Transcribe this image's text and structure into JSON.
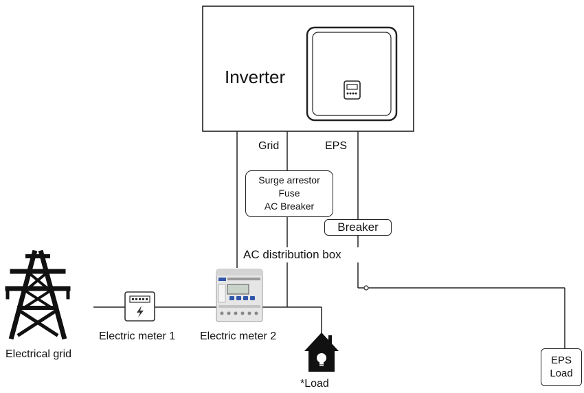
{
  "inverter": {
    "title": "Inverter"
  },
  "ports": {
    "grid": "Grid",
    "eps": "EPS"
  },
  "protection": {
    "line1": "Surge arrestor",
    "line2": "Fuse",
    "line3": "AC Breaker"
  },
  "breaker": {
    "label": "Breaker"
  },
  "ac_distribution": {
    "label": "AC distribution box"
  },
  "electrical_grid": {
    "label": "Electrical grid"
  },
  "meter1": {
    "label": "Electric meter 1"
  },
  "meter2": {
    "label": "Electric meter 2"
  },
  "load": {
    "label": "*Load"
  },
  "eps_load": {
    "line1": "EPS",
    "line2": "Load"
  },
  "icons": {
    "tower": "power-tower-icon",
    "meter1": "electric-meter-icon",
    "meter2": "din-rail-meter-icon",
    "load": "house-bulb-icon",
    "inverter_display": "inverter-display-icon"
  },
  "colors": {
    "line": "#222222",
    "icon": "#1a1a1a",
    "meter_body": "#e6e6e6",
    "meter_accent": "#2f56a8"
  }
}
